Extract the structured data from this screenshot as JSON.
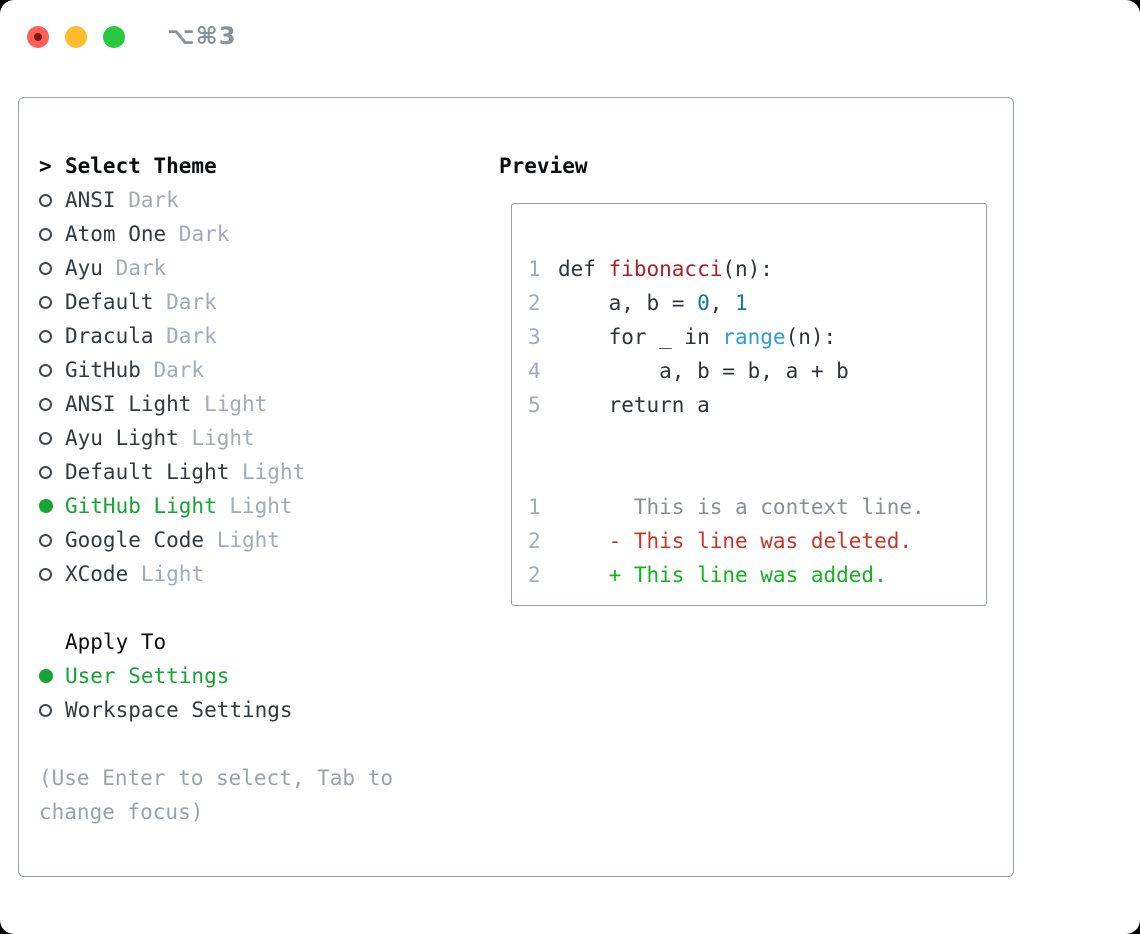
{
  "window": {
    "title": "⌥⌘3"
  },
  "traffic_lights": {
    "close_color": "#ff5f57",
    "close_dot_color": "#7e1510",
    "minimize_color": "#febc2e",
    "zoom_color": "#28c840"
  },
  "theme_list": {
    "header_prefix": ">",
    "header": "Select Theme",
    "items": [
      {
        "name": "ANSI",
        "variant": "Dark",
        "selected": false
      },
      {
        "name": "Atom One",
        "variant": "Dark",
        "selected": false
      },
      {
        "name": "Ayu",
        "variant": "Dark",
        "selected": false
      },
      {
        "name": "Default",
        "variant": "Dark",
        "selected": false
      },
      {
        "name": "Dracula",
        "variant": "Dark",
        "selected": false
      },
      {
        "name": "GitHub",
        "variant": "Dark",
        "selected": false
      },
      {
        "name": "ANSI Light",
        "variant": "Light",
        "selected": false
      },
      {
        "name": "Ayu Light",
        "variant": "Light",
        "selected": false
      },
      {
        "name": "Default Light",
        "variant": "Light",
        "selected": false
      },
      {
        "name": "GitHub Light",
        "variant": "Light",
        "selected": true
      },
      {
        "name": "Google Code",
        "variant": "Light",
        "selected": false
      },
      {
        "name": "XCode",
        "variant": "Light",
        "selected": false
      }
    ]
  },
  "apply_to": {
    "header": "Apply To",
    "options": [
      {
        "label": "User Settings",
        "selected": true
      },
      {
        "label": "Workspace Settings",
        "selected": false
      }
    ]
  },
  "hint": {
    "line1": "(Use Enter to select, Tab to",
    "line2": "change focus)"
  },
  "preview": {
    "header": "Preview",
    "code_lines": [
      {
        "num": "1",
        "segments": [
          {
            "t": "def ",
            "c": "plain"
          },
          {
            "t": "fibonacci",
            "c": "func"
          },
          {
            "t": "(n):",
            "c": "plain"
          }
        ]
      },
      {
        "num": "2",
        "segments": [
          {
            "t": "    a, b = ",
            "c": "plain"
          },
          {
            "t": "0",
            "c": "number"
          },
          {
            "t": ", ",
            "c": "plain"
          },
          {
            "t": "1",
            "c": "number"
          }
        ]
      },
      {
        "num": "3",
        "segments": [
          {
            "t": "    for _ in ",
            "c": "plain"
          },
          {
            "t": "range",
            "c": "builtin"
          },
          {
            "t": "(n):",
            "c": "plain"
          }
        ]
      },
      {
        "num": "4",
        "segments": [
          {
            "t": "        a, b = b, a + b",
            "c": "plain"
          }
        ]
      },
      {
        "num": "5",
        "segments": [
          {
            "t": "    return a",
            "c": "plain"
          }
        ]
      }
    ],
    "diff_lines": [
      {
        "num": "1",
        "segments": [
          {
            "t": "      This is a context line.",
            "c": "context"
          }
        ]
      },
      {
        "num": "2",
        "segments": [
          {
            "t": "    - This line was deleted.",
            "c": "deleted"
          }
        ]
      },
      {
        "num": "2",
        "segments": [
          {
            "t": "    + This line was added.",
            "c": "added"
          }
        ]
      }
    ]
  },
  "colors": {
    "accent_green": "#16a434",
    "added_green": "#12b31e",
    "deleted_red": "#c93526",
    "function_red": "#b01f28",
    "number_teal": "#0e7e8a",
    "builtin_blue": "#2d9fd7",
    "code_text": "#2f353b",
    "context_gray": "#898f97",
    "muted_gray": "#a2abb6",
    "border_gray": "#9aa2ac",
    "hint_gray": "#9aa3ad"
  }
}
